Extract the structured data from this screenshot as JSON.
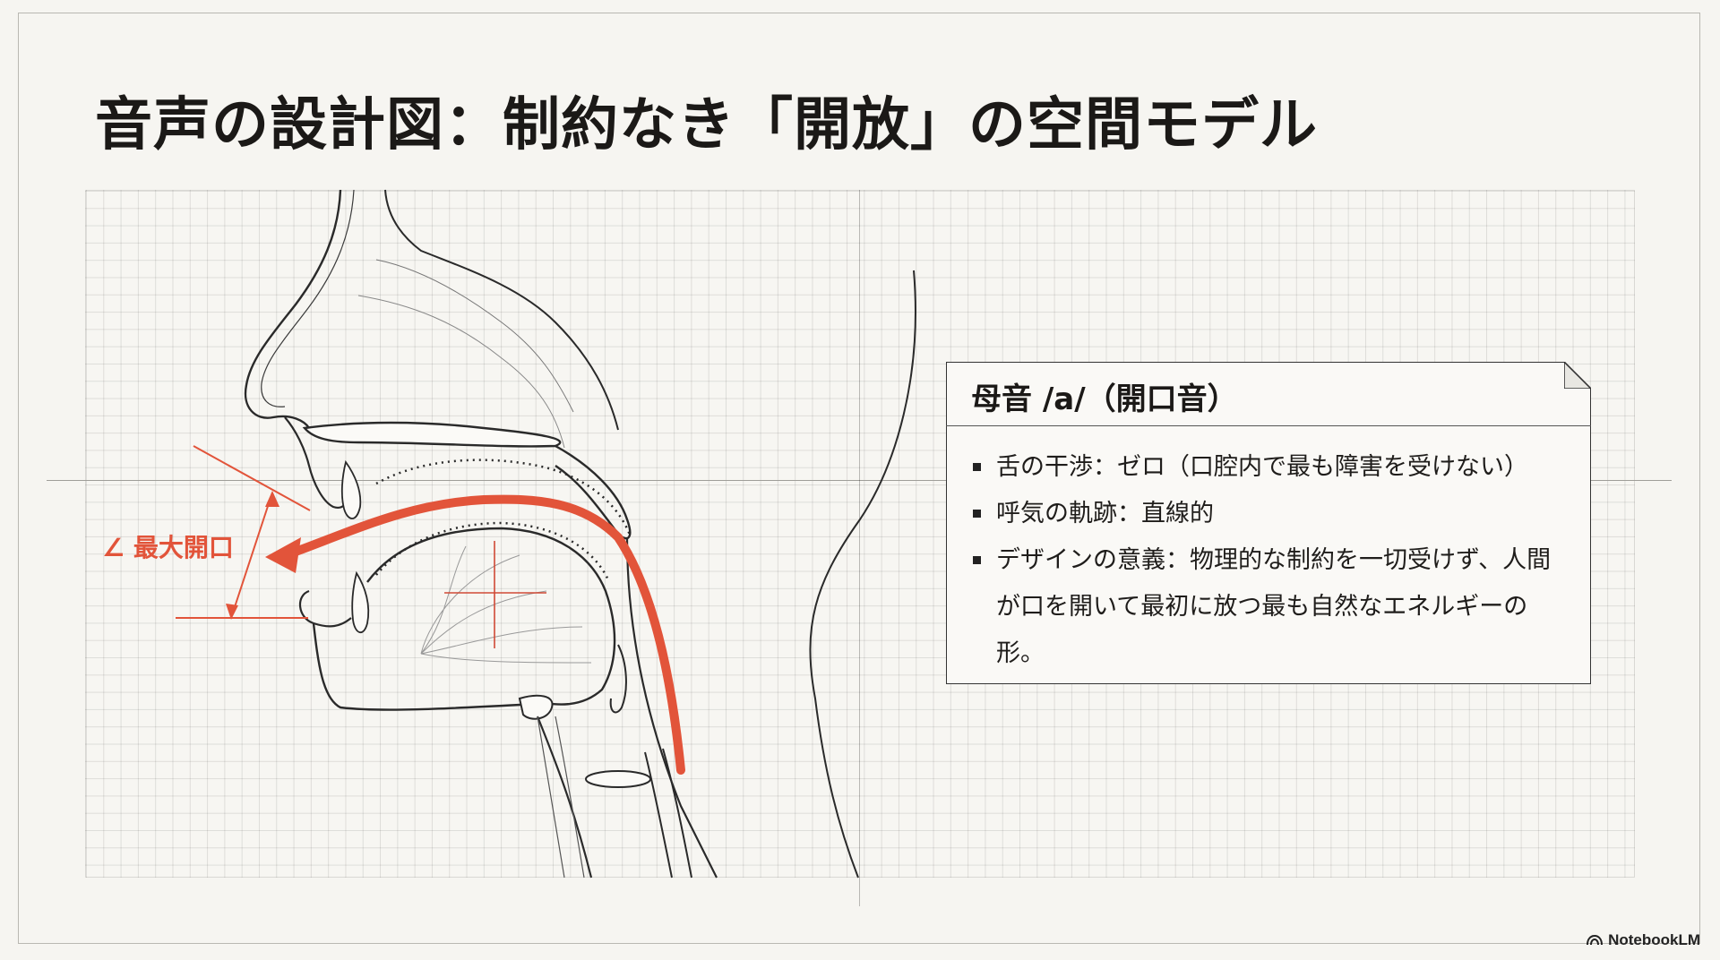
{
  "slide": {
    "title": "音声の設計図：制約なき「開放」の空間モデル"
  },
  "diagram": {
    "angle_label": "∠ 最大開口",
    "colors": {
      "airflow": "#e2543a",
      "line": "#2a2a2a",
      "grid": "#d9d8d3"
    }
  },
  "card": {
    "title": "母音 /a/（開口音）",
    "bullets": [
      "舌の干渉：ゼロ（口腔内で最も障害を受けない）",
      "呼気の軌跡：直線的",
      "デザインの意義：物理的な制約を一切受けず、人間が口を開いて最初に放つ最も自然なエネルギーの形。"
    ]
  },
  "branding": {
    "logo_text": "NotebookLM",
    "logo_icon": "notebooklm-logo-icon"
  }
}
